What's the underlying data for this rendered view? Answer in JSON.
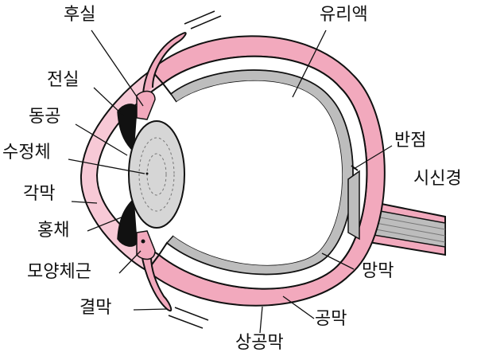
{
  "diagram": {
    "labels": {
      "posterior_chamber": "후실",
      "vitreous": "유리액",
      "anterior_chamber": "전실",
      "pupil": "동공",
      "lens": "수정체",
      "fovea": "반점",
      "optic_nerve": "시신경",
      "cornea": "각막",
      "iris": "홍채",
      "ciliary_muscle": "모양체근",
      "retina": "망막",
      "conjunctiva": "결막",
      "sclera": "공막",
      "inferior_rectus": "상공막"
    },
    "colors": {
      "outline": "#111111",
      "sclera_pink": "#f2a9bd",
      "cornea_pink": "#f7c9d6",
      "choroid_gray": "#bdbdbd",
      "lens_gray": "#d6d6d6",
      "background": "#ffffff"
    }
  }
}
